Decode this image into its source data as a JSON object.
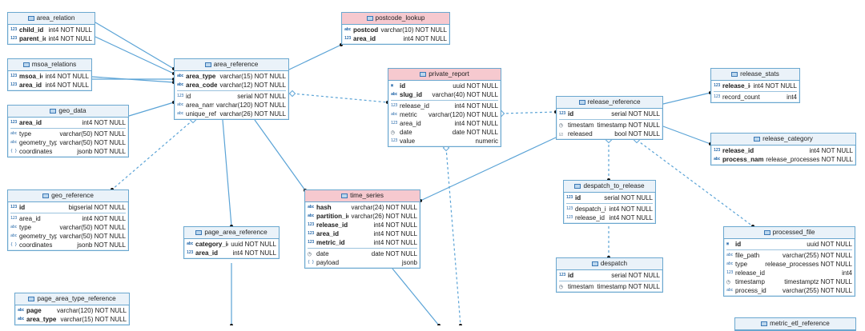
{
  "colors": {
    "border": "#6aa7cf",
    "header": "#eaf2f9",
    "header_highlight": "#f6c9cf",
    "edge": "#5aa3d6"
  },
  "tables": [
    {
      "id": "area_relation",
      "title": "area_relation",
      "highlight": false,
      "rows": [
        {
          "icon": "123",
          "name": "child_id",
          "type": "int4 NOT NULL",
          "key": true
        },
        {
          "icon": "123",
          "name": "parent_id",
          "type": "int4 NOT NULL",
          "key": true
        }
      ]
    },
    {
      "id": "msoa_relations",
      "title": "msoa_relations",
      "highlight": false,
      "rows": [
        {
          "icon": "123",
          "name": "msoa_id",
          "type": "int4 NOT NULL",
          "key": true
        },
        {
          "icon": "123",
          "name": "area_id",
          "type": "int4 NOT NULL",
          "key": true
        }
      ]
    },
    {
      "id": "geo_data",
      "title": "geo_data",
      "highlight": false,
      "rows": [
        {
          "icon": "123",
          "name": "area_id",
          "type": "int4 NOT NULL",
          "key": true
        },
        {
          "icon": "abc",
          "name": "type",
          "type": "varchar(50) NOT NULL",
          "sep": true
        },
        {
          "icon": "abc",
          "name": "geometry_type",
          "type": "varchar(50) NOT NULL"
        },
        {
          "icon": "{}",
          "name": "coordinates",
          "type": "jsonb NOT NULL"
        }
      ]
    },
    {
      "id": "area_reference",
      "title": "area_reference",
      "highlight": false,
      "rows": [
        {
          "icon": "abc",
          "name": "area_type",
          "type": "varchar(15) NOT NULL",
          "key": true
        },
        {
          "icon": "abc",
          "name": "area_code",
          "type": "varchar(12) NOT NULL",
          "key": true
        },
        {
          "icon": "123",
          "name": "id",
          "type": "serial NOT NULL",
          "sep": true
        },
        {
          "icon": "abc",
          "name": "area_name",
          "type": "varchar(120) NOT NULL"
        },
        {
          "icon": "abc",
          "name": "unique_ref",
          "type": "varchar(26) NOT NULL"
        }
      ]
    },
    {
      "id": "postcode_lookup",
      "title": "postcode_lookup",
      "highlight": true,
      "rows": [
        {
          "icon": "abc",
          "name": "postcode",
          "type": "varchar(10) NOT NULL",
          "key": true
        },
        {
          "icon": "123",
          "name": "area_id",
          "type": "int4 NOT NULL",
          "key": true
        }
      ]
    },
    {
      "id": "private_report",
      "title": "private_report",
      "highlight": true,
      "rows": [
        {
          "icon": "id",
          "name": "id",
          "type": "uuid NOT NULL",
          "key": true
        },
        {
          "icon": "abc",
          "name": "slug_id",
          "type": "varchar(40) NOT NULL",
          "key": true
        },
        {
          "icon": "123",
          "name": "release_id",
          "type": "int4 NOT NULL",
          "sep": true
        },
        {
          "icon": "abc",
          "name": "metric",
          "type": "varchar(120) NOT NULL"
        },
        {
          "icon": "123",
          "name": "area_id",
          "type": "int4 NOT NULL"
        },
        {
          "icon": "clock",
          "name": "date",
          "type": "date NOT NULL"
        },
        {
          "icon": "123",
          "name": "value",
          "type": "numeric"
        }
      ]
    },
    {
      "id": "release_stats",
      "title": "release_stats",
      "highlight": false,
      "rows": [
        {
          "icon": "123",
          "name": "release_id",
          "type": "int4 NOT NULL",
          "key": true
        },
        {
          "icon": "123",
          "name": "record_count",
          "type": "int4",
          "sep": true
        }
      ]
    },
    {
      "id": "release_reference",
      "title": "release_reference",
      "highlight": false,
      "rows": [
        {
          "icon": "123",
          "name": "id",
          "type": "serial NOT NULL",
          "key": true
        },
        {
          "icon": "clock",
          "name": "timestamp",
          "type": "timestamp NOT NULL",
          "sep": true
        },
        {
          "icon": "chk",
          "name": "released",
          "type": "bool NOT NULL"
        }
      ]
    },
    {
      "id": "release_category",
      "title": "release_category",
      "highlight": false,
      "rows": [
        {
          "icon": "123",
          "name": "release_id",
          "type": "int4 NOT NULL",
          "key": true
        },
        {
          "icon": "abc",
          "name": "process_name",
          "type": "release_processes NOT NULL",
          "key": true
        }
      ]
    },
    {
      "id": "geo_reference",
      "title": "geo_reference",
      "highlight": false,
      "rows": [
        {
          "icon": "123",
          "name": "id",
          "type": "bigserial NOT NULL",
          "key": true
        },
        {
          "icon": "123",
          "name": "area_id",
          "type": "int4 NOT NULL",
          "sep": true
        },
        {
          "icon": "abc",
          "name": "type",
          "type": "varchar(50) NOT NULL"
        },
        {
          "icon": "abc",
          "name": "geometry_type",
          "type": "varchar(50) NOT NULL"
        },
        {
          "icon": "{}",
          "name": "coordinates",
          "type": "jsonb NOT NULL"
        }
      ]
    },
    {
      "id": "page_area_reference",
      "title": "page_area_reference",
      "highlight": false,
      "rows": [
        {
          "icon": "abc",
          "name": "category_id",
          "type": "uuid NOT NULL",
          "key": true
        },
        {
          "icon": "123",
          "name": "area_id",
          "type": "int4 NOT NULL",
          "key": true
        }
      ]
    },
    {
      "id": "time_series",
      "title": "time_series",
      "highlight": true,
      "rows": [
        {
          "icon": "abc",
          "name": "hash",
          "type": "varchar(24) NOT NULL",
          "key": true
        },
        {
          "icon": "abc",
          "name": "partition_id",
          "type": "varchar(26) NOT NULL",
          "key": true
        },
        {
          "icon": "123",
          "name": "release_id",
          "type": "int4 NOT NULL",
          "key": true
        },
        {
          "icon": "123",
          "name": "area_id",
          "type": "int4 NOT NULL",
          "key": true
        },
        {
          "icon": "123",
          "name": "metric_id",
          "type": "int4 NOT NULL",
          "key": true
        },
        {
          "icon": "clock",
          "name": "date",
          "type": "date NOT NULL",
          "sep": true
        },
        {
          "icon": "{}",
          "name": "payload",
          "type": "jsonb"
        }
      ]
    },
    {
      "id": "despatch_to_release",
      "title": "despatch_to_release",
      "highlight": false,
      "rows": [
        {
          "icon": "123",
          "name": "id",
          "type": "serial NOT NULL",
          "key": true
        },
        {
          "icon": "123",
          "name": "despatch_id",
          "type": "int4 NOT NULL",
          "sep": true
        },
        {
          "icon": "123",
          "name": "release_id",
          "type": "int4 NOT NULL"
        }
      ]
    },
    {
      "id": "despatch",
      "title": "despatch",
      "highlight": false,
      "rows": [
        {
          "icon": "123",
          "name": "id",
          "type": "serial NOT NULL",
          "key": true
        },
        {
          "icon": "clock",
          "name": "timestamp",
          "type": "timestamp NOT NULL",
          "sep": true
        }
      ]
    },
    {
      "id": "processed_file",
      "title": "processed_file",
      "highlight": false,
      "rows": [
        {
          "icon": "id",
          "name": "id",
          "type": "uuid NOT NULL",
          "key": true
        },
        {
          "icon": "abc",
          "name": "file_path",
          "type": "varchar(255) NOT NULL",
          "sep": true
        },
        {
          "icon": "abc",
          "name": "type",
          "type": "release_processes NOT NULL"
        },
        {
          "icon": "123",
          "name": "release_id",
          "type": "int4"
        },
        {
          "icon": "clock",
          "name": "timestamp",
          "type": "timestamptz NOT NULL"
        },
        {
          "icon": "abc",
          "name": "process_id",
          "type": "varchar(255) NOT NULL"
        }
      ]
    },
    {
      "id": "page_area_type_reference",
      "title": "page_area_type_reference",
      "highlight": false,
      "rows": [
        {
          "icon": "abc",
          "name": "page",
          "type": "varchar(120) NOT NULL",
          "key": true
        },
        {
          "icon": "abc",
          "name": "area_type",
          "type": "varchar(15) NOT NULL",
          "key": true
        }
      ]
    },
    {
      "id": "metric_etl_reference",
      "title": "metric_etl_reference",
      "highlight": false,
      "rows": []
    }
  ]
}
